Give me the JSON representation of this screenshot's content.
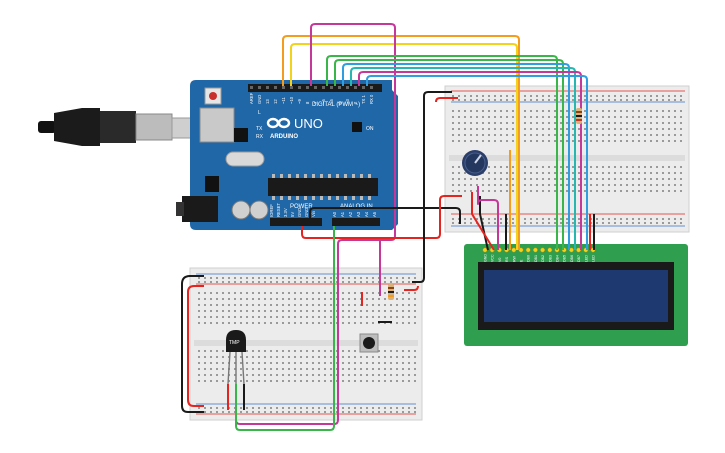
{
  "arduino": {
    "logo_text": "UNO",
    "brand": "ARDUINO",
    "digital_label": "DIGITAL (PWM ~)",
    "power_label": "POWER",
    "analog_label": "ANALOG IN",
    "on_label": "ON",
    "tx_label": "TX",
    "rx_label": "RX",
    "l_label": "L",
    "pin_labels_top": [
      "AREF",
      "GND",
      "13",
      "12",
      "~11",
      "~10",
      "~9",
      "8",
      "7",
      "~6",
      "~5",
      "4",
      "~3",
      "2",
      "TX 1",
      "RX 0"
    ],
    "pin_labels_power": [
      "IOREF",
      "RESET",
      "3.3V",
      "5V",
      "GND",
      "GND",
      "Vin"
    ],
    "pin_labels_analog": [
      "A0",
      "A1",
      "A2",
      "A3",
      "A4",
      "A5"
    ]
  },
  "sensor": {
    "label": "TMP"
  },
  "lcd": {
    "pin_labels": [
      "GND",
      "VCC",
      "V0",
      "RS",
      "RW",
      "E",
      "DB0",
      "DB1",
      "DB2",
      "DB3",
      "DB4",
      "DB5",
      "DB6",
      "DB7",
      "LED",
      "LED"
    ]
  },
  "colors": {
    "board": "#2067a8",
    "breadboard": "#ececec",
    "lcd_pcb": "#2f9e4f",
    "lcd_screen": "#1e3870",
    "wire_red": "#e52420",
    "wire_black": "#1a1a1a",
    "wire_orange": "#f39c1d",
    "wire_yellow": "#f2d21a",
    "wire_green": "#3ab54a",
    "wire_magenta": "#c5389a",
    "wire_blue": "#2f9de0",
    "wire_teal": "#27b6b0"
  }
}
